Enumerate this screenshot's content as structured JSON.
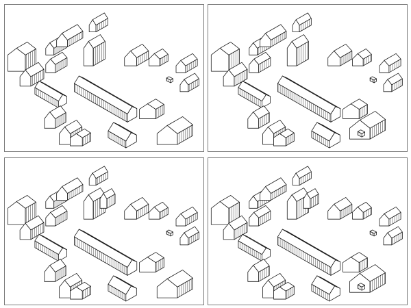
{
  "figure": {
    "panels": [
      {
        "id": "top-left-variant"
      },
      {
        "id": "top-right-variant"
      },
      {
        "id": "bottom-left-variant"
      },
      {
        "id": "bottom-right-variant"
      }
    ]
  }
}
